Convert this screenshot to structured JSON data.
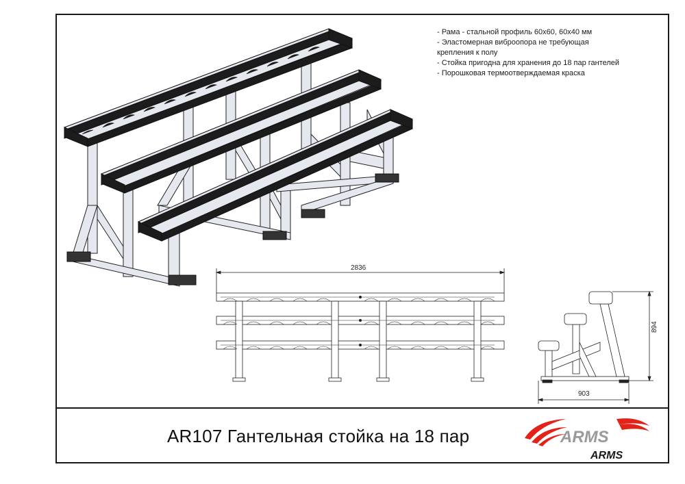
{
  "specs": [
    "- Рама - стальной профиль 60х60, 60х40 мм",
    "- Эластомерная виброопора не требующая",
    "крепления к полу",
    "- Стойка пригодна для хранения до 18 пар гантелей",
    "- Порошковая термоотверждаемая краска"
  ],
  "dimensions": {
    "length": "2836",
    "height": "894",
    "depth": "903"
  },
  "title": "AR107 Гантельная стойка на 18 пар",
  "logo": {
    "text_large": "ARMS",
    "text_small": "ARMS",
    "accent_color": "#e2231a",
    "gray_color": "#9a9a9a"
  },
  "colors": {
    "frame_fill": "#e6e8ef",
    "cradle_fill": "#1c1c1c",
    "line": "#222222"
  }
}
